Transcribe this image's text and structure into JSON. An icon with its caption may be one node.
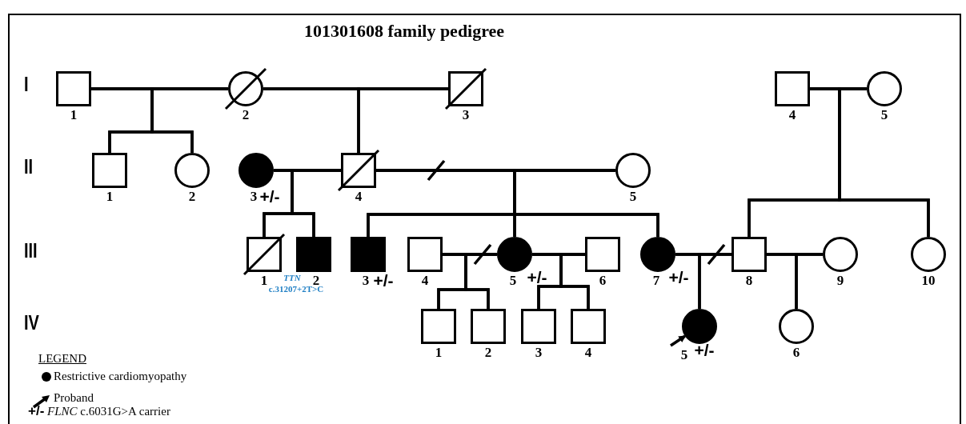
{
  "diagram": {
    "title": "101301608 family pedigree",
    "nodes": [
      {
        "text": [],
        "shape": "box",
        "beside": [
          "1"
        ]
      },
      {
        "text": [],
        "shape": "crossed-circle",
        "beside": [
          "2"
        ]
      },
      {
        "text": [],
        "shape": "crossed-box",
        "beside": [
          "3"
        ]
      },
      {
        "text": [],
        "shape": "box",
        "beside": [
          "4"
        ]
      },
      {
        "text": [],
        "shape": "circle",
        "beside": [
          "5"
        ]
      },
      {
        "text": [],
        "shape": "box",
        "beside": [
          "1"
        ]
      },
      {
        "text": [],
        "shape": "circle",
        "beside": [
          "2"
        ]
      },
      {
        "text": [],
        "shape": "filled-circle",
        "beside": [
          "3",
          "+/-"
        ]
      },
      {
        "text": [],
        "shape": "crossed-box",
        "beside": [
          "4"
        ]
      },
      {
        "text": [],
        "shape": "circle",
        "beside": [
          "5"
        ]
      },
      {
        "text": [],
        "shape": "crossed-box",
        "beside": [
          "1"
        ]
      },
      {
        "text": [],
        "shape": "filled-box",
        "beside": [
          "2",
          "TTN",
          "c.31207+2T>C"
        ]
      },
      {
        "text": [],
        "shape": "filled-box",
        "beside": [
          "3",
          "+/-"
        ]
      },
      {
        "text": [],
        "shape": "box",
        "beside": [
          "4"
        ]
      },
      {
        "text": [],
        "shape": "filled-circle",
        "beside": [
          "5",
          "+/-"
        ]
      },
      {
        "text": [],
        "shape": "box",
        "beside": [
          "6"
        ]
      },
      {
        "text": [],
        "shape": "filled-circle",
        "beside": [
          "7",
          "+/-"
        ]
      },
      {
        "text": [],
        "shape": "box",
        "beside": [
          "8"
        ]
      },
      {
        "text": [],
        "shape": "circle",
        "beside": [
          "9"
        ]
      },
      {
        "text": [],
        "shape": "circle",
        "beside": [
          "10"
        ]
      },
      {
        "text": [],
        "shape": "box",
        "beside": [
          "1"
        ]
      },
      {
        "text": [],
        "shape": "box",
        "beside": [
          "2"
        ]
      },
      {
        "text": [],
        "shape": "box",
        "beside": [
          "3"
        ]
      },
      {
        "text": [],
        "shape": "box",
        "beside": [
          "4"
        ]
      },
      {
        "text": [],
        "shape": "filled-circle",
        "beside": [
          "5",
          "+/-"
        ]
      },
      {
        "text": [],
        "shape": "circle",
        "beside": [
          "6"
        ]
      }
    ],
    "edges": [
      {
        "from": 0,
        "to": 1,
        "arrow": "none"
      },
      {
        "from": 1,
        "to": 2,
        "arrow": "none"
      },
      {
        "from": 3,
        "to": 4,
        "arrow": "none"
      },
      {
        "from": 7,
        "to": 8,
        "arrow": "none"
      },
      {
        "from": 8,
        "to": 9,
        "arrow": "none"
      },
      {
        "from": 13,
        "to": 14,
        "arrow": "none"
      },
      {
        "from": 14,
        "to": 15,
        "arrow": "none"
      },
      {
        "from": 16,
        "to": 17,
        "arrow": "none"
      },
      {
        "from": 17,
        "to": 18,
        "arrow": "none"
      },
      {
        "from": 0,
        "to": 5,
        "arrow": "none"
      },
      {
        "from": 1,
        "to": 5,
        "arrow": "none"
      },
      {
        "from": 0,
        "to": 6,
        "arrow": "none"
      },
      {
        "from": 1,
        "to": 6,
        "arrow": "none"
      },
      {
        "from": 1,
        "to": 8,
        "arrow": "none"
      },
      {
        "from": 2,
        "to": 8,
        "arrow": "none"
      },
      {
        "from": 3,
        "to": 17,
        "arrow": "none"
      },
      {
        "from": 4,
        "to": 17,
        "arrow": "none"
      },
      {
        "from": 3,
        "to": 19,
        "arrow": "none"
      },
      {
        "from": 4,
        "to": 19,
        "arrow": "none"
      },
      {
        "from": 7,
        "to": 10,
        "arrow": "none"
      },
      {
        "from": 8,
        "to": 10,
        "arrow": "none"
      },
      {
        "from": 7,
        "to": 11,
        "arrow": "none"
      },
      {
        "from": 8,
        "to": 11,
        "arrow": "none"
      },
      {
        "from": 8,
        "to": 12,
        "arrow": "none"
      },
      {
        "from": 9,
        "to": 12,
        "arrow": "none"
      },
      {
        "from": 8,
        "to": 14,
        "arrow": "none"
      },
      {
        "from": 9,
        "to": 14,
        "arrow": "none"
      },
      {
        "from": 8,
        "to": 16,
        "arrow": "none"
      },
      {
        "from": 9,
        "to": 16,
        "arrow": "none"
      },
      {
        "from": 13,
        "to": 20,
        "arrow": "none"
      },
      {
        "from": 14,
        "to": 20,
        "arrow": "none"
      },
      {
        "from": 13,
        "to": 21,
        "arrow": "none"
      },
      {
        "from": 14,
        "to": 21,
        "arrow": "none"
      },
      {
        "from": 14,
        "to": 22,
        "arrow": "none"
      },
      {
        "from": 15,
        "to": 22,
        "arrow": "none"
      },
      {
        "from": 14,
        "to": 23,
        "arrow": "none"
      },
      {
        "from": 15,
        "to": 23,
        "arrow": "none"
      },
      {
        "from": 16,
        "to": 24,
        "arrow": "none"
      },
      {
        "from": 17,
        "to": 24,
        "arrow": "none"
      },
      {
        "from": 17,
        "to": 25,
        "arrow": "none"
      },
      {
        "from": 18,
        "to": 25,
        "arrow": "none"
      },
      {
        "from": null,
        "to": 24,
        "arrow": "to"
      }
    ],
    "labels": [
      "I",
      "II",
      "III",
      "IV",
      "LEGEND"
    ],
    "legend": [
      {
        "text": "Restrictive cardiomyopathy",
        "color": "#000000"
      },
      {
        "text": "Proband"
      },
      {
        "text": "**+/-** *FLNC* c.6031G>A carrier"
      }
    ]
  }
}
